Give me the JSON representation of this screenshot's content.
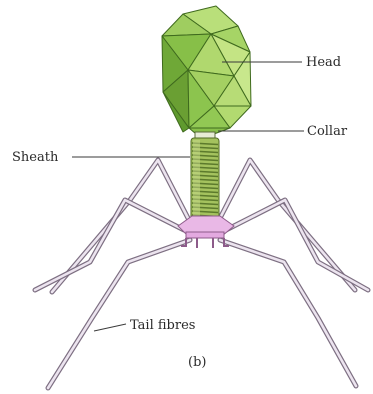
{
  "diagram": {
    "panel_label": "(b)",
    "labels": {
      "head": "Head",
      "collar": "Collar",
      "sheath": "Sheath",
      "tail_fibres": "Tail fibres"
    },
    "colors": {
      "head_light": "#b9df7a",
      "head_mid": "#8fc84e",
      "head_dark": "#5f9a2e",
      "head_edge": "#3f6a1e",
      "sheath": "#a4c25e",
      "sheath_stripe": "#5c7a2c",
      "collar": "#e7ecd6",
      "baseplate": "#e9b8e6",
      "fibre_outer": "#8a7a8e",
      "fibre_inner": "#e6dcea"
    }
  }
}
